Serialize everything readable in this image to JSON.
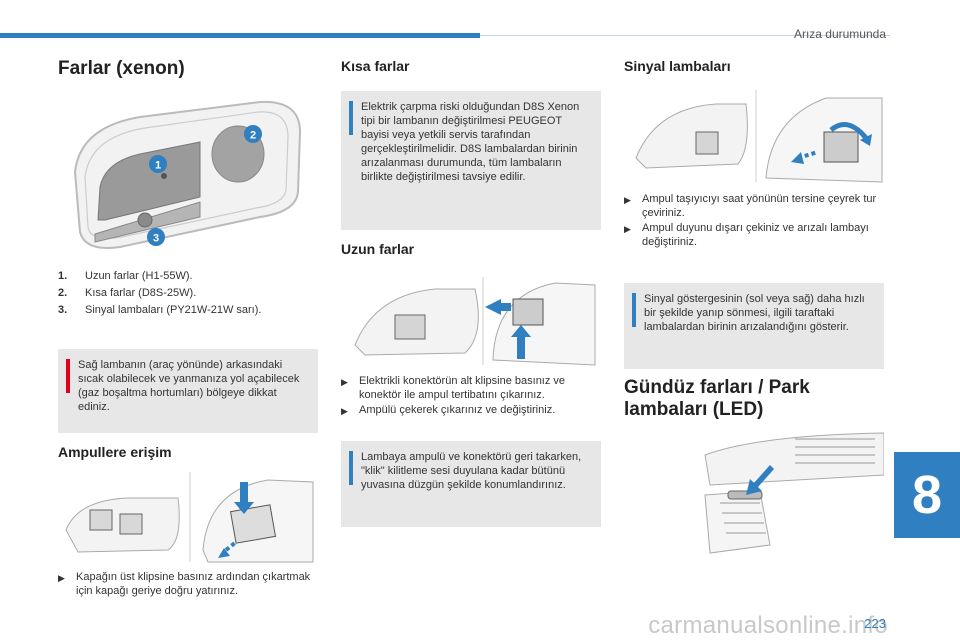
{
  "header": {
    "running_title": "Arıza durumunda",
    "chapter_number": "8",
    "page_number": "223"
  },
  "watermark": "carmanualsonline.info",
  "col1": {
    "title": "Farlar (xenon)",
    "callouts": [
      "1",
      "2",
      "3"
    ],
    "legend": [
      {
        "num": "1.",
        "text": "Uzun farlar (H1-55W)."
      },
      {
        "num": "2.",
        "text": "Kısa farlar (D8S-25W)."
      },
      {
        "num": "3.",
        "text": "Sinyal lambaları (PY21W-21W sarı)."
      }
    ],
    "warning": "Sağ lambanın (araç yönünde) arkasındaki sıcak olabilecek ve yanmanıza yol açabilecek (gaz boşaltma hortumları) bölgeye dikkat ediniz.",
    "access_title": "Ampullere erişim",
    "access_step": "Kapağın üst klipsine basınız ardından çıkartmak için kapağı geriye doğru yatırınız."
  },
  "col2": {
    "low_title": "Kısa farlar",
    "low_info": "Elektrik çarpma riski olduğundan D8S Xenon tipi bir lambanın değiştirilmesi PEUGEOT bayisi veya yetkili servis tarafından gerçekleştirilmelidir. D8S lambalardan birinin arızalanması durumunda, tüm lambaların birlikte değiştirilmesi tavsiye edilir.",
    "high_title": "Uzun farlar",
    "high_steps": [
      "Elektrikli konektörün alt klipsine basınız ve konektör ile ampul tertibatını çıkarınız.",
      "Ampülü çekerek çıkarınız ve değiştiriniz."
    ],
    "high_info": "Lambaya ampulü ve konektörü geri takarken, \"klik\" kilitleme sesi duyulana kadar bütünü yuvasına düzgün şekilde konumlandırınız."
  },
  "col3": {
    "signal_title": "Sinyal lambaları",
    "signal_steps": [
      "Ampul taşıyıcıyı saat yönünün tersine çeyrek tur çeviriniz.",
      "Ampul duyunu dışarı çekiniz ve arızalı lambayı değiştiriniz."
    ],
    "signal_info": "Sinyal göstergesinin (sol veya sağ) daha hızlı bir şekilde yanıp sönmesi, ilgili taraftaki lambalardan birinin arızalandığını gösterir.",
    "drl_title": "Gündüz farları / Park lambaları (LED)"
  },
  "colors": {
    "accent": "#2f7fc1",
    "warning": "#e2001a",
    "box_bg": "#e7e7e7"
  }
}
